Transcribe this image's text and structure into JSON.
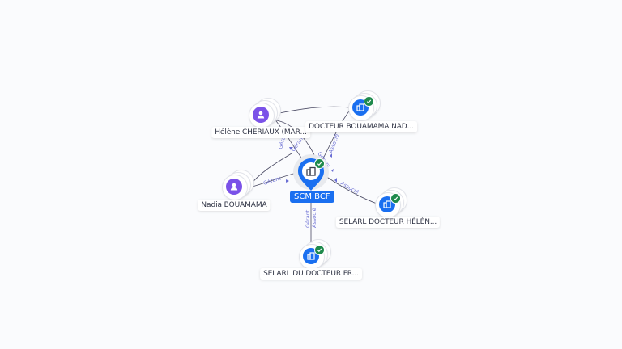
{
  "graph": {
    "center": {
      "label": "SCM BCF",
      "type": "company",
      "icon": "building-icon",
      "verified": true
    },
    "nodes": [
      {
        "id": "heleneCheriaux",
        "label": "Hélène CHERIAUX (MAR...",
        "type": "person",
        "icon": "person-icon",
        "verified": false
      },
      {
        "id": "docteurBouamamaNad",
        "label": "DOCTEUR BOUAMAMA NAD...",
        "type": "company",
        "icon": "building-icon",
        "verified": true
      },
      {
        "id": "nadiaBouamama",
        "label": "Nadia BOUAMAMA",
        "type": "person",
        "icon": "person-icon",
        "verified": false
      },
      {
        "id": "selarlDocteurHelen",
        "label": "SELARL DOCTEUR HÉLÈN...",
        "type": "company",
        "icon": "building-icon",
        "verified": true
      },
      {
        "id": "selarlDuDocteurFr",
        "label": "SELARL DU DOCTEUR FR...",
        "type": "company",
        "icon": "building-icon",
        "verified": true
      }
    ],
    "edges": [
      {
        "from": "heleneCheriaux",
        "to": "center",
        "labels": [
          "Gérant",
          "Gérant"
        ]
      },
      {
        "from": "docteurBouamamaNad",
        "to": "center",
        "labels": [
          "Associé"
        ]
      },
      {
        "from": "heleneCheriaux",
        "to": "center",
        "labels": [
          "Gérant"
        ],
        "via": "docteur"
      },
      {
        "from": "nadiaBouamama",
        "to": "center",
        "labels": [
          "Gérant"
        ]
      },
      {
        "from": "selarlDocteurHelen",
        "to": "center",
        "labels": [
          "Associé"
        ]
      },
      {
        "from": "selarlDuDocteurFr",
        "to": "center",
        "labels": [
          "Gérant",
          "Associé"
        ]
      }
    ]
  },
  "colors": {
    "background": "#fafbfd",
    "person": "#7b52e8",
    "company": "#1a6ff0",
    "verified": "#1f8a4c",
    "edge_label": "#6b6fd4",
    "edge": "#4a4a63"
  }
}
